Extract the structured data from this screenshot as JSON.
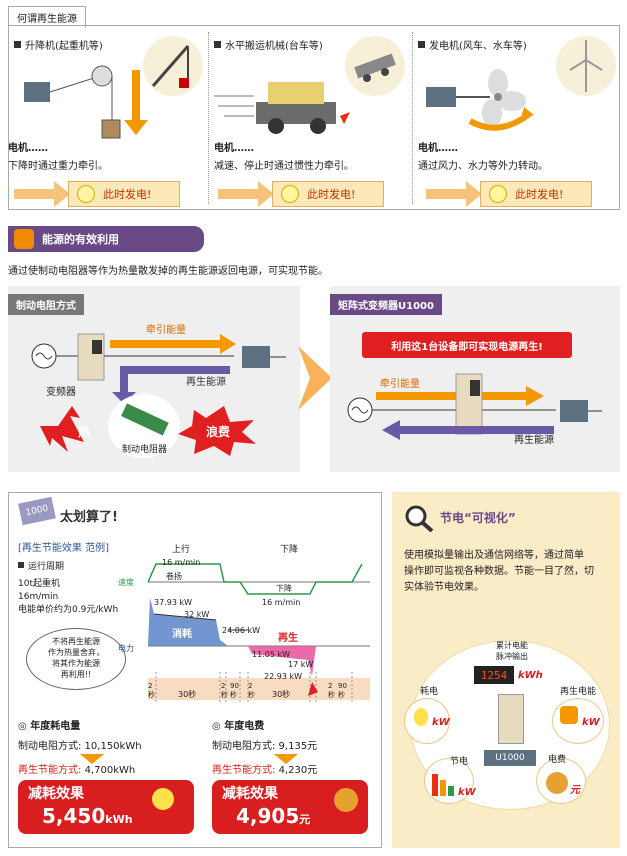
{
  "top": {
    "tab_label": "何谓再生能源",
    "columns": [
      {
        "heading": "升降机(起重机等)",
        "motor_label": "电机……",
        "desc": "下降时通过重力牵引。",
        "button": "此时发电!"
      },
      {
        "heading": "水平搬运机械(台车等)",
        "motor_label": "电机……",
        "desc": "减速、停止时通过惯性力牵引。",
        "button": "此时发电!"
      },
      {
        "heading": "发电机(风车、水车等)",
        "motor_label": "电机……",
        "desc": "通过风力、水力等外力转动。",
        "button": "此时发电!"
      }
    ]
  },
  "energy": {
    "title": "能源的有效利用",
    "intro": "通过使制动电阻器等作为热量散发掉的再生能源返回电源，可实现节能。",
    "left": {
      "title": "制动电阻方式",
      "traction": "牵引能量",
      "regen": "再生能源",
      "inverter": "变频器",
      "heat": "热",
      "resistor": "制动电阻器",
      "waste": "浪费"
    },
    "right": {
      "title": "矩阵式变频器U1000",
      "banner": "利用这1台设备即可实现电源再生!",
      "traction": "牵引能量",
      "regen": "再生能源"
    }
  },
  "savings": {
    "badge": "1000",
    "title": "太划算了!",
    "example_title": "[再生节能效果 范例]",
    "cycle_heading": "运行周期",
    "cond1": "10t起重机",
    "cond2": "16m/min",
    "cond3": "电能单价约为0.9元/kWh",
    "note_l1": "不将再生能源",
    "note_l2": "作为热量舍弃，",
    "note_l3": "将其作为能源",
    "note_l4": "再利用!!",
    "chart": {
      "up": "上行",
      "down": "下降",
      "speed_up": "16 m/min",
      "hoist": "卷扬",
      "speed_label": "速度",
      "lower": "下降",
      "speed_down": "16 m/min",
      "v1": "37.93 kW",
      "v2": "32 kW",
      "consume": "消耗",
      "v3": "24.06 kW",
      "power_label": "电力",
      "regen": "再生",
      "v4": "11.05 kW",
      "v5": "17 kW",
      "v6": "22.93 kW",
      "t_2a": "2秒",
      "t_30a": "30秒",
      "t_2b": "2秒",
      "t_90a": "90秒",
      "t_2c": "2秒",
      "t_30b": "30秒",
      "t_2d": "2秒",
      "t_90b": "90秒"
    },
    "annual_kwh": {
      "heading": "◎ 年度耗电量",
      "line1": "制动电阻方式:  10,150kWh",
      "line2_label": "再生节能方式:",
      "line2_value": "4,700kWh",
      "effect_label": "减耗效果",
      "effect_value": "5,450",
      "effect_unit": "kWh"
    },
    "annual_cost": {
      "heading": "◎ 年度电费",
      "line1": "制动电阻方式:  9,135元",
      "line2_label": "再生节能方式:",
      "line2_value": "4,230元",
      "effect_label": "减耗效果",
      "effect_value": "4,905",
      "effect_unit": "元"
    }
  },
  "visual": {
    "title": "节电“可视化”",
    "desc1": "使用模拟量输出及通信网络等，通过简单",
    "desc2": "操作即可监视各种数据。节能一目了然，切",
    "desc3": "实体验节电效果。",
    "pulse1": "累计电能",
    "pulse2": "脉冲输出",
    "display": "1254",
    "kwh": "kWh",
    "consume": "耗电",
    "consume_unit": "kW",
    "regen": "再生电能",
    "regen_unit": "kW",
    "save": "节电",
    "save_unit": "kW",
    "fee": "电费",
    "fee_unit": "元",
    "device": "U1000"
  }
}
